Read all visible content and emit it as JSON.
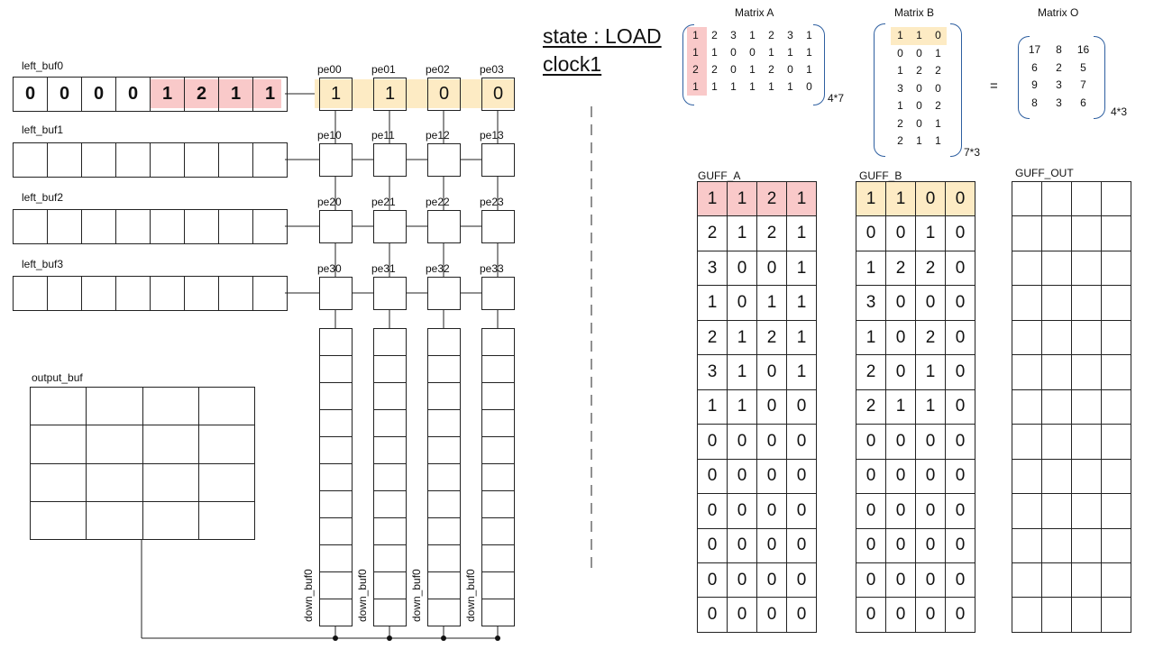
{
  "state": {
    "line1": "state : LOAD",
    "line2": "clock1"
  },
  "left_bufs": [
    {
      "label": "left_buf0",
      "cells": [
        "0",
        "0",
        "0",
        "0",
        "1",
        "2",
        "1",
        "1"
      ]
    },
    {
      "label": "left_buf1",
      "cells": [
        "",
        "",
        "",
        "",
        "",
        "",
        "",
        ""
      ]
    },
    {
      "label": "left_buf2",
      "cells": [
        "",
        "",
        "",
        "",
        "",
        "",
        "",
        ""
      ]
    },
    {
      "label": "left_buf3",
      "cells": [
        "",
        "",
        "",
        "",
        "",
        "",
        "",
        ""
      ]
    }
  ],
  "pe_grid": [
    [
      {
        "label": "pe00",
        "value": "1"
      },
      {
        "label": "pe01",
        "value": "1"
      },
      {
        "label": "pe02",
        "value": "0"
      },
      {
        "label": "pe03",
        "value": "0"
      }
    ],
    [
      {
        "label": "pe10",
        "value": ""
      },
      {
        "label": "pe11",
        "value": ""
      },
      {
        "label": "pe12",
        "value": ""
      },
      {
        "label": "pe13",
        "value": ""
      }
    ],
    [
      {
        "label": "pe20",
        "value": ""
      },
      {
        "label": "pe21",
        "value": ""
      },
      {
        "label": "pe22",
        "value": ""
      },
      {
        "label": "pe23",
        "value": ""
      }
    ],
    [
      {
        "label": "pe30",
        "value": ""
      },
      {
        "label": "pe31",
        "value": ""
      },
      {
        "label": "pe32",
        "value": ""
      },
      {
        "label": "pe33",
        "value": ""
      }
    ]
  ],
  "down_buf_labels": [
    "down_buf0",
    "down_buf0",
    "down_buf0",
    "down_buf0"
  ],
  "output_buf": {
    "label": "output_buf"
  },
  "matrix_a": {
    "title": "Matrix A",
    "rows": [
      [
        "1",
        "2",
        "3",
        "1",
        "2",
        "3",
        "1"
      ],
      [
        "1",
        "1",
        "0",
        "0",
        "1",
        "1",
        "1"
      ],
      [
        "2",
        "2",
        "0",
        "1",
        "2",
        "0",
        "1"
      ],
      [
        "1",
        "1",
        "1",
        "1",
        "1",
        "1",
        "0"
      ]
    ],
    "dim": "4*7"
  },
  "matrix_b": {
    "title": "Matrix B",
    "rows": [
      [
        "1",
        "1",
        "0"
      ],
      [
        "0",
        "0",
        "1"
      ],
      [
        "1",
        "2",
        "2"
      ],
      [
        "3",
        "0",
        "0"
      ],
      [
        "1",
        "0",
        "2"
      ],
      [
        "2",
        "0",
        "1"
      ],
      [
        "2",
        "1",
        "1"
      ]
    ],
    "dim": "7*3"
  },
  "equals": "=",
  "matrix_o": {
    "title": "Matrix O",
    "rows": [
      [
        "17",
        "8",
        "16"
      ],
      [
        "6",
        "2",
        "5"
      ],
      [
        "9",
        "3",
        "7"
      ],
      [
        "8",
        "3",
        "6"
      ]
    ],
    "dim": "4*3"
  },
  "guff_a": {
    "label": "GUFF_A",
    "rows": [
      [
        "1",
        "1",
        "2",
        "1"
      ],
      [
        "2",
        "1",
        "2",
        "1"
      ],
      [
        "3",
        "0",
        "0",
        "1"
      ],
      [
        "1",
        "0",
        "1",
        "1"
      ],
      [
        "2",
        "1",
        "2",
        "1"
      ],
      [
        "3",
        "1",
        "0",
        "1"
      ],
      [
        "1",
        "1",
        "0",
        "0"
      ],
      [
        "0",
        "0",
        "0",
        "0"
      ],
      [
        "0",
        "0",
        "0",
        "0"
      ],
      [
        "0",
        "0",
        "0",
        "0"
      ],
      [
        "0",
        "0",
        "0",
        "0"
      ],
      [
        "0",
        "0",
        "0",
        "0"
      ],
      [
        "0",
        "0",
        "0",
        "0"
      ]
    ]
  },
  "guff_b": {
    "label": "GUFF_B",
    "rows": [
      [
        "1",
        "1",
        "0",
        "0"
      ],
      [
        "0",
        "0",
        "1",
        "0"
      ],
      [
        "1",
        "2",
        "2",
        "0"
      ],
      [
        "3",
        "0",
        "0",
        "0"
      ],
      [
        "1",
        "0",
        "2",
        "0"
      ],
      [
        "2",
        "0",
        "1",
        "0"
      ],
      [
        "2",
        "1",
        "1",
        "0"
      ],
      [
        "0",
        "0",
        "0",
        "0"
      ],
      [
        "0",
        "0",
        "0",
        "0"
      ],
      [
        "0",
        "0",
        "0",
        "0"
      ],
      [
        "0",
        "0",
        "0",
        "0"
      ],
      [
        "0",
        "0",
        "0",
        "0"
      ],
      [
        "0",
        "0",
        "0",
        "0"
      ]
    ]
  },
  "guff_out": {
    "label": "GUFF_OUT",
    "rows": 13,
    "cols": 4
  },
  "colors": {
    "highlight_red": "#f9c9c9",
    "highlight_yellow": "#fdebc4",
    "bracket": "#2e5fa0"
  }
}
